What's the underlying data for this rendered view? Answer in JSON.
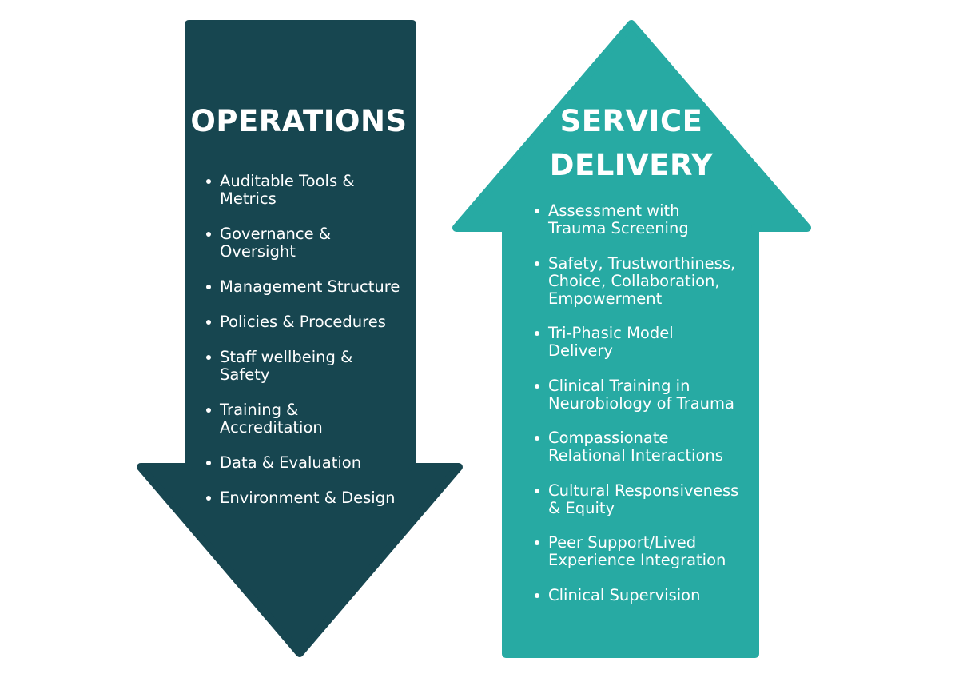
{
  "colors": {
    "operations_arrow": "#174650",
    "service_arrow": "#27aaa3",
    "text": "#ffffff"
  },
  "operations": {
    "title": "OPERATIONS",
    "direction": "down",
    "items": [
      "Auditable Tools & Metrics",
      "Governance & Oversight",
      "Management Structure",
      "Policies & Procedures",
      "Staff wellbeing & Safety",
      "Training & Accreditation",
      "Data & Evaluation",
      "Environment & Design"
    ]
  },
  "service_delivery": {
    "title_line1": "SERVICE",
    "title_line2": "DELIVERY",
    "direction": "up",
    "items": [
      "Assessment with Trauma Screening",
      "Safety, Trustworthiness, Choice, Collaboration, Empowerment",
      "Tri-Phasic Model Delivery",
      "Clinical Training in Neurobiology of Trauma",
      "Compassionate Relational Interactions",
      "Cultural Responsiveness & Equity",
      "Peer Support/Lived Experience Integration",
      "Clinical Supervision"
    ]
  }
}
